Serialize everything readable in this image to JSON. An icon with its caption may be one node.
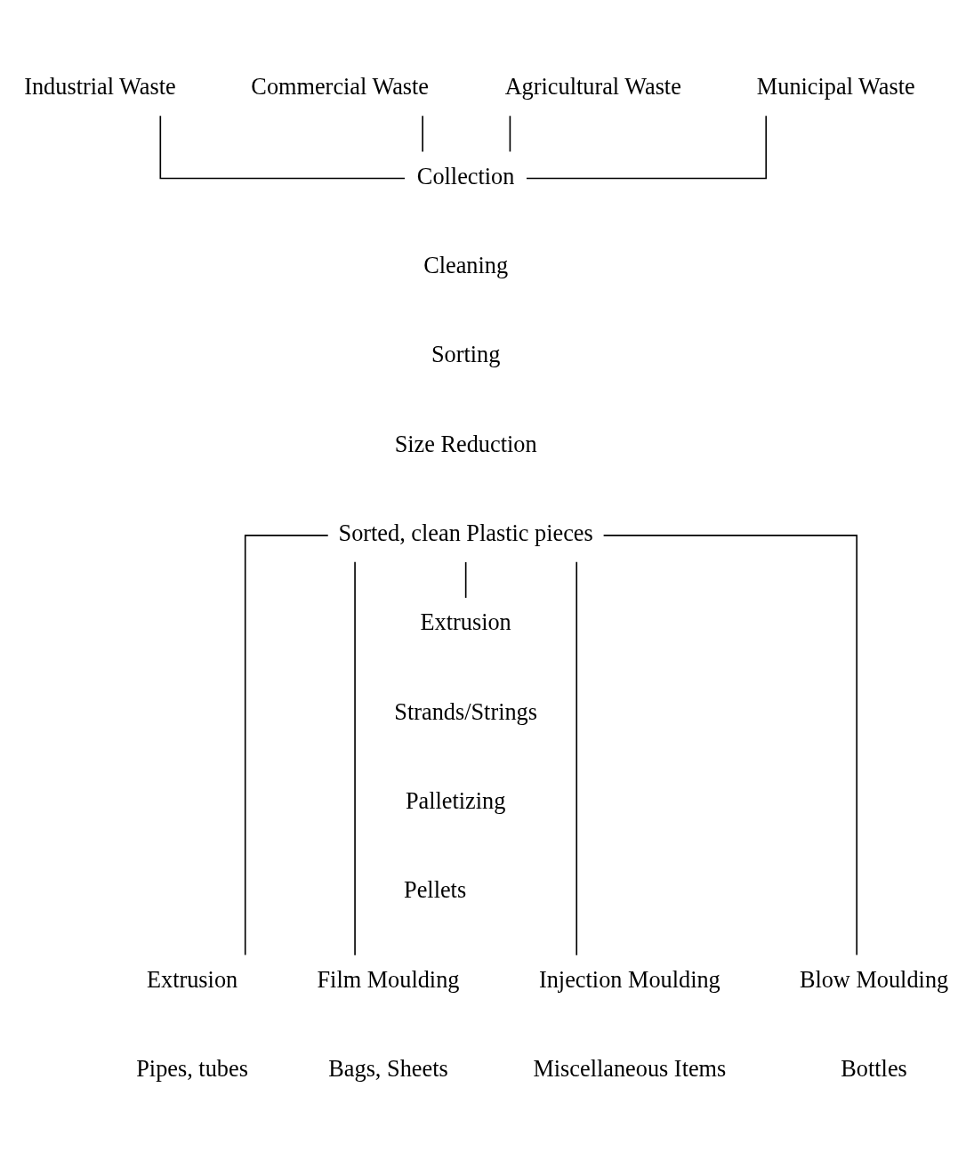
{
  "diagram": {
    "nodes": [
      {
        "text": [
          "Industrial Waste"
        ]
      },
      {
        "text": [
          "Commercial Waste"
        ]
      },
      {
        "text": [
          "Agricultural Waste"
        ]
      },
      {
        "text": [
          "Municipal Waste"
        ]
      },
      {
        "text": [
          "Collection"
        ]
      },
      {
        "text": [
          "Cleaning"
        ]
      },
      {
        "text": [
          "Sorting"
        ]
      },
      {
        "text": [
          "Size Reduction"
        ]
      },
      {
        "text": [
          "Sorted, clean Plastic pieces"
        ]
      },
      {
        "text": [
          "Extrusion"
        ]
      },
      {
        "text": [
          "Strands/Strings"
        ]
      },
      {
        "text": [
          "Palletizing"
        ]
      },
      {
        "text": [
          "Pellets"
        ]
      },
      {
        "text": [
          "Extrusion"
        ]
      },
      {
        "text": [
          "Injection Moulding"
        ]
      },
      {
        "text": [
          "Blow Moulding"
        ]
      },
      {
        "text": [
          "Film Moulding"
        ]
      },
      {
        "text": [
          "Pipes, tubes"
        ]
      },
      {
        "text": [
          "Miscellaneous Items"
        ]
      },
      {
        "text": [
          "Bottles"
        ]
      },
      {
        "text": [
          "Bags, Sheets"
        ]
      }
    ],
    "edges": [
      {
        "from": 0,
        "to": 4,
        "arrow": "none"
      },
      {
        "from": 1,
        "to": 4,
        "arrow": "none"
      },
      {
        "from": 2,
        "to": 4,
        "arrow": "none"
      },
      {
        "from": 3,
        "to": 4,
        "arrow": "none"
      },
      {
        "from": 8,
        "to": 9,
        "arrow": "none"
      },
      {
        "from": 8,
        "to": 13,
        "arrow": "none"
      },
      {
        "from": 8,
        "to": 14,
        "arrow": "none"
      },
      {
        "from": 8,
        "to": 15,
        "arrow": "none"
      },
      {
        "from": 8,
        "to": 16,
        "arrow": "none"
      }
    ]
  }
}
